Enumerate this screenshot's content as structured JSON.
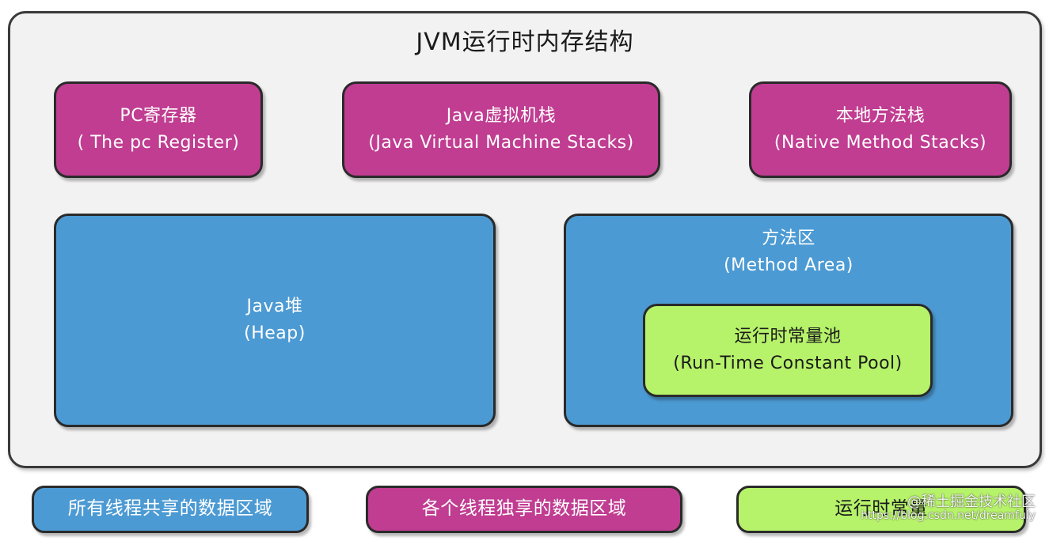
{
  "diagram": {
    "title": "JVM运行时内存结构",
    "pc_register": {
      "zh": "PC寄存器",
      "en": "( The pc Register)"
    },
    "jvm_stacks": {
      "zh": "Java虚拟机栈",
      "en": "(Java Virtual Machine Stacks)"
    },
    "native_stacks": {
      "zh": "本地方法栈",
      "en": "(Native Method Stacks)"
    },
    "heap": {
      "zh": "Java堆",
      "en": "(Heap)"
    },
    "method_area": {
      "zh": "方法区",
      "en": "(Method Area)"
    },
    "constant_pool": {
      "zh": "运行时常量池",
      "en": "(Run-Time Constant Pool)"
    }
  },
  "legend": {
    "shared": "所有线程共享的数据区域",
    "per_thread": "各个线程独享的数据区域",
    "constant": "运行时常量"
  },
  "watermark": {
    "name": "@稀土掘金技术社区",
    "url": "https://blog.csdn.net/dreamfuly"
  },
  "colors": {
    "thread_private": "#c03d91",
    "shared": "#4c9ad3",
    "constant_pool": "#b6f26a",
    "container": "#f2f2f2"
  }
}
